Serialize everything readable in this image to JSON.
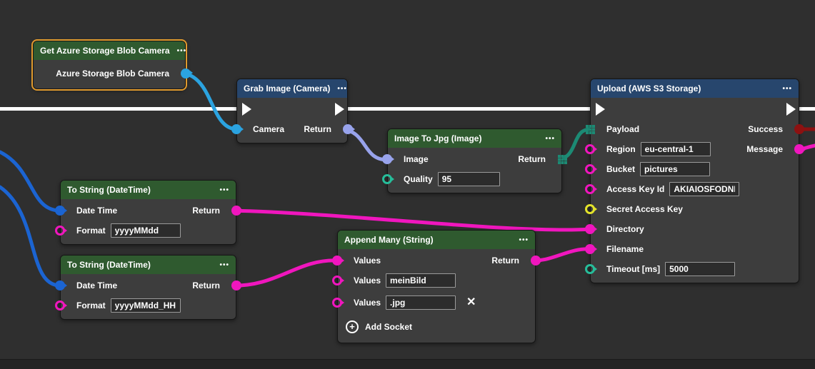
{
  "icons": {
    "menu": "•••",
    "delete": "✕",
    "add": "+"
  },
  "colors": {
    "background": "#2f2f2f",
    "node_body": "#3d3d3d",
    "header_green": "#2f5a2f",
    "header_blue": "#27466d",
    "selected_border": "#e09a2e",
    "exec_wire": "#ffffff",
    "camera_blue": "#2ba3e0",
    "datetime_blue": "#1b64d2",
    "image_lavender": "#98a3ec",
    "jpeg_teal": "#1c8a74",
    "number_teal": "#26bd9a",
    "string_magenta": "#f016be",
    "secret_yellow": "#e3e32a",
    "success_red": "#8e1111"
  },
  "nodes": {
    "get_azure": {
      "title": "Get Azure Storage Blob Camera",
      "output_label": "Azure Storage Blob Camera"
    },
    "grab_image": {
      "title": "Grab Image (Camera)",
      "camera_label": "Camera",
      "return_label": "Return"
    },
    "image_to_jpg": {
      "title": "Image To Jpg (Image)",
      "image_label": "Image",
      "return_label": "Return",
      "quality_label": "Quality",
      "quality_value": "95"
    },
    "upload": {
      "title": "Upload (AWS S3 Storage)",
      "payload_label": "Payload",
      "success_label": "Success",
      "region_label": "Region",
      "region_value": "eu-central-1",
      "message_label": "Message",
      "bucket_label": "Bucket",
      "bucket_value": "pictures",
      "access_key_label": "Access Key Id",
      "access_key_value": "AKIAIOSFODNN",
      "secret_label": "Secret Access Key",
      "directory_label": "Directory",
      "filename_label": "Filename",
      "timeout_label": "Timeout [ms]",
      "timeout_value": "5000"
    },
    "to_string_1": {
      "title": "To String (DateTime)",
      "datetime_label": "Date Time",
      "return_label": "Return",
      "format_label": "Format",
      "format_value": "yyyyMMdd"
    },
    "to_string_2": {
      "title": "To String (DateTime)",
      "datetime_label": "Date Time",
      "return_label": "Return",
      "format_label": "Format",
      "format_value": "yyyyMMdd_HH"
    },
    "append_many": {
      "title": "Append Many (String)",
      "values1_label": "Values",
      "return_label": "Return",
      "values2_label": "Values",
      "values2_value": "meinBild",
      "values3_label": "Values",
      "values3_value": ".jpg",
      "add_socket_label": "Add Socket"
    }
  }
}
